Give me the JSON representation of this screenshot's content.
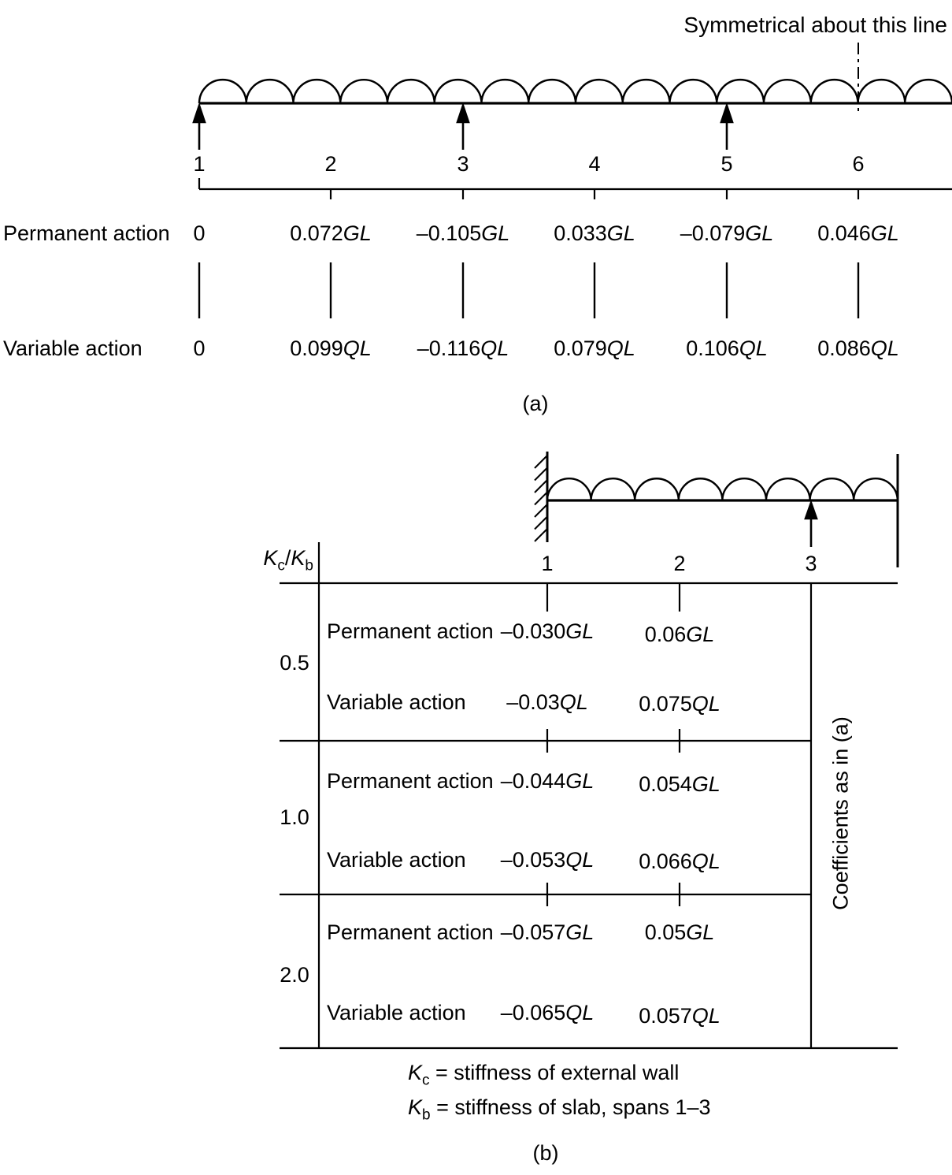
{
  "part_a": {
    "symmetry_label": "Symmetrical about this line",
    "row1_label": "Permanent action",
    "row2_label": "Variable action",
    "positions": [
      "1",
      "2",
      "3",
      "4",
      "5",
      "6"
    ],
    "permanent": [
      {
        "n": "0",
        "s": ""
      },
      {
        "n": "0.072",
        "s": "GL"
      },
      {
        "n": "–0.105",
        "s": "GL"
      },
      {
        "n": "0.033",
        "s": "GL"
      },
      {
        "n": "–0.079",
        "s": "GL"
      },
      {
        "n": "0.046",
        "s": "GL"
      }
    ],
    "variable": [
      {
        "n": "0",
        "s": ""
      },
      {
        "n": "0.099",
        "s": "QL"
      },
      {
        "n": "–0.116",
        "s": "QL"
      },
      {
        "n": "0.079",
        "s": "QL"
      },
      {
        "n": "0.106",
        "s": "QL"
      },
      {
        "n": "0.086",
        "s": "QL"
      }
    ],
    "caption": "(a)"
  },
  "part_b": {
    "ratio_label": {
      "k1": "K",
      "s1": "c",
      "sep": "/",
      "k2": "K",
      "s2": "b"
    },
    "positions": [
      "1",
      "2",
      "3"
    ],
    "groups": [
      {
        "ratio": "0.5",
        "perm_label": "Permanent action",
        "perm": [
          {
            "n": "–0.030",
            "s": "GL"
          },
          {
            "n": "0.06",
            "s": "GL"
          }
        ],
        "var_label": "Variable action",
        "var": [
          {
            "n": "–0.03",
            "s": "QL"
          },
          {
            "n": "0.075",
            "s": "QL"
          }
        ]
      },
      {
        "ratio": "1.0",
        "perm_label": "Permanent action",
        "perm": [
          {
            "n": "–0.044",
            "s": "GL"
          },
          {
            "n": "0.054",
            "s": "GL"
          }
        ],
        "var_label": "Variable action",
        "var": [
          {
            "n": "–0.053",
            "s": "QL"
          },
          {
            "n": "0.066",
            "s": "QL"
          }
        ]
      },
      {
        "ratio": "2.0",
        "perm_label": "Permanent action",
        "perm": [
          {
            "n": "–0.057",
            "s": "GL"
          },
          {
            "n": "0.05",
            "s": "GL"
          }
        ],
        "var_label": "Variable action",
        "var": [
          {
            "n": "–0.065",
            "s": "QL"
          },
          {
            "n": "0.057",
            "s": "QL"
          }
        ]
      }
    ],
    "side_note": "Coefficients as in (a)",
    "legend": [
      {
        "k": "K",
        "sub": "c",
        "text": " = stiffness of external wall"
      },
      {
        "k": "K",
        "sub": "b",
        "text": " = stiffness of slab, spans 1–3"
      }
    ],
    "caption": "(b)"
  }
}
